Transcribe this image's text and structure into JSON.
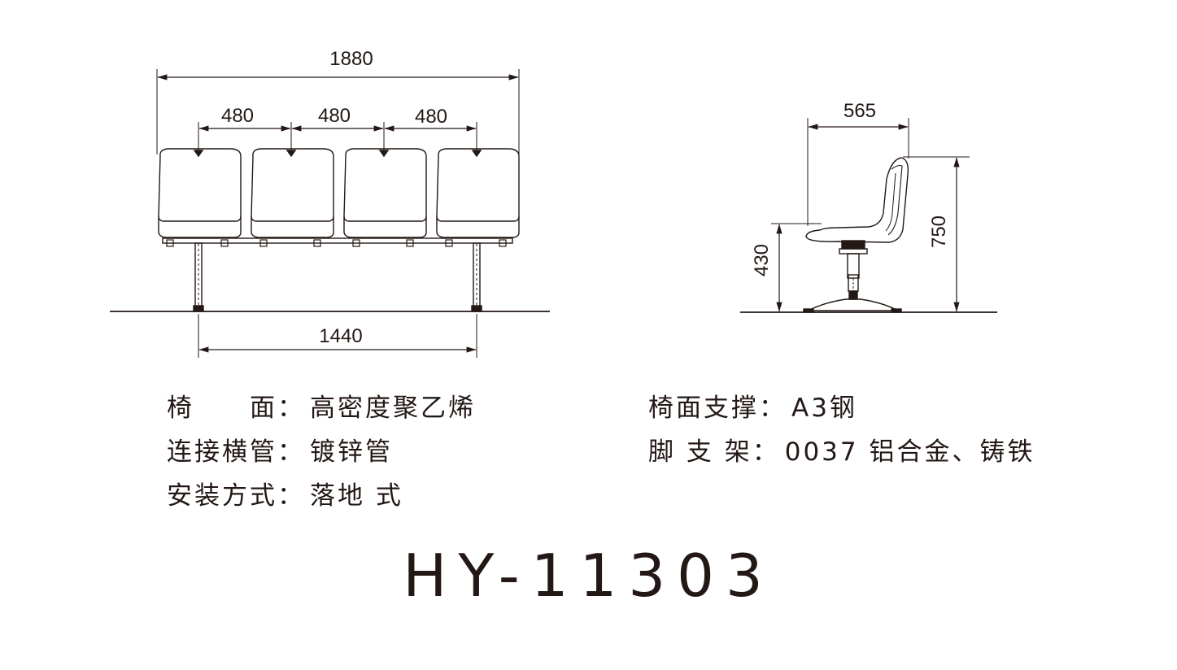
{
  "front_view": {
    "overall_width": "1880",
    "seat_pitches": [
      "480",
      "480",
      "480"
    ],
    "leg_span": "1440"
  },
  "side_view": {
    "depth": "565",
    "total_height": "750",
    "seat_height": "430"
  },
  "specs": [
    {
      "label": "椅　　面：",
      "value": "高密度聚乙烯"
    },
    {
      "label": "连接横管：",
      "value": "镀锌管"
    },
    {
      "label": "安装方式：",
      "value": "落地 式"
    },
    {
      "label": "椅面支撑：",
      "value": "A3钢"
    },
    {
      "label": "脚 支 架：",
      "value": "0037 铝合金、铸铁"
    }
  ],
  "model": "HY-11303"
}
